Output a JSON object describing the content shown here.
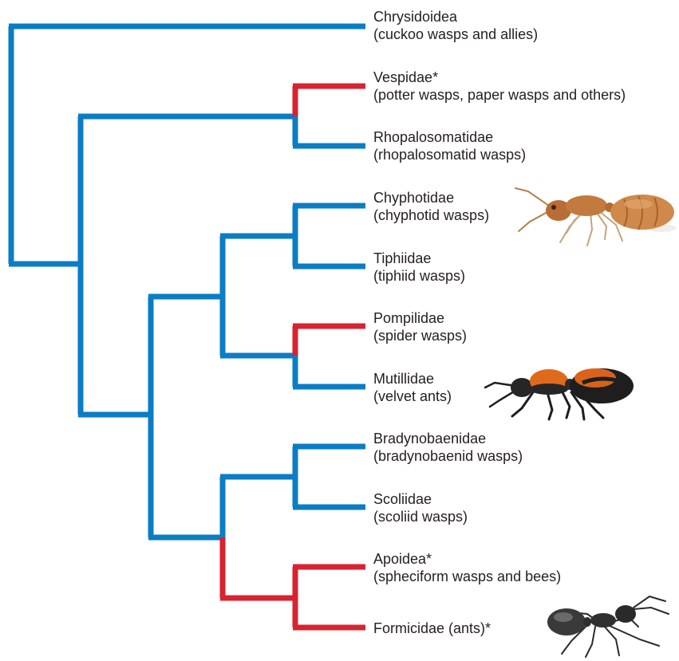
{
  "colors": {
    "blue": "#0a7dc4",
    "red": "#d7232f",
    "text": "#231f20"
  },
  "taxa": [
    {
      "name": "Chrysidoidea",
      "common": "(cuckoo wasps and allies)"
    },
    {
      "name": "Vespidae*",
      "common": "(potter wasps, paper wasps and others)"
    },
    {
      "name": "Rhopalosomatidae",
      "common": "(rhopalosomatid wasps)"
    },
    {
      "name": "Chyphotidae",
      "common": "(chyphotid wasps)"
    },
    {
      "name": "Tiphiidae",
      "common": "(tiphiid wasps)"
    },
    {
      "name": "Pompilidae",
      "common": "(spider wasps)"
    },
    {
      "name": "Mutillidae",
      "common": "(velvet ants)"
    },
    {
      "name": "Bradynobaenidae",
      "common": "(bradynobaenid wasps)"
    },
    {
      "name": "Scoliidae",
      "common": "(scoliid wasps)"
    },
    {
      "name": "Apoidea*",
      "common": "(spheciform wasps and bees)"
    },
    {
      "name": "Formicidae (ants)*",
      "common": ""
    }
  ],
  "images": [
    {
      "name": "chyphotid-wasp-photo",
      "depicts": "Chyphotidae"
    },
    {
      "name": "velvet-ant-photo",
      "depicts": "Mutillidae"
    },
    {
      "name": "ant-photo",
      "depicts": "Formicidae (ants)*"
    }
  ]
}
